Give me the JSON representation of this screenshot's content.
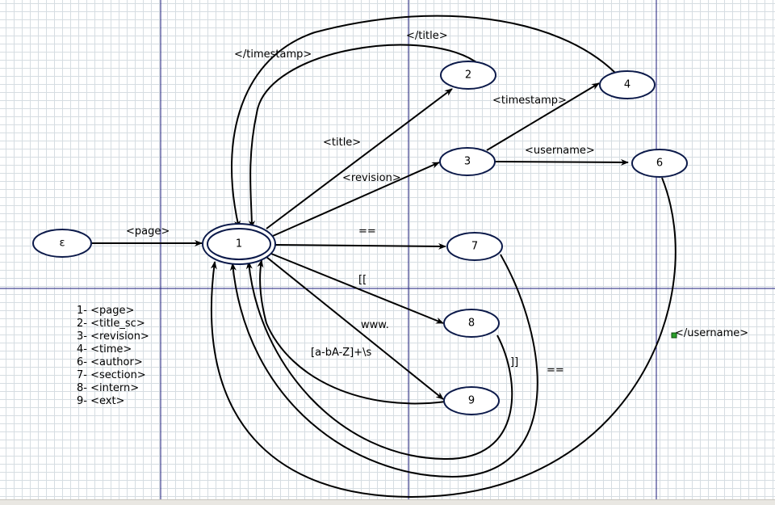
{
  "colors": {
    "grid": "#d6dde2",
    "guide": "#1a1a7a",
    "node_border": "#0c1a4a",
    "handle": "#2aa02a"
  },
  "nodes": {
    "start": "ε",
    "n1": "1",
    "n2": "2",
    "n3": "3",
    "n4": "4",
    "n6": "6",
    "n7": "7",
    "n8": "8",
    "n9": "9"
  },
  "edges": {
    "page": "<page>",
    "title": "<title>",
    "title_close": "</title>",
    "timestamp_close": "</timestamp>",
    "revision": "<revision>",
    "timestamp": "<timestamp>",
    "username": "<username>",
    "username_close": "</username>",
    "eq_section": "==",
    "eq_back": "==",
    "bracket_open": "[[",
    "bracket_close": "]]",
    "www": "www.",
    "regex": "[a-bA-Z]+\\s"
  },
  "legend": [
    "1- <page>",
    "2- <title_sc>",
    "3- <revision>",
    "4- <time>",
    "6- <author>",
    "7- <section>",
    "8- <intern>",
    "9- <ext>"
  ]
}
